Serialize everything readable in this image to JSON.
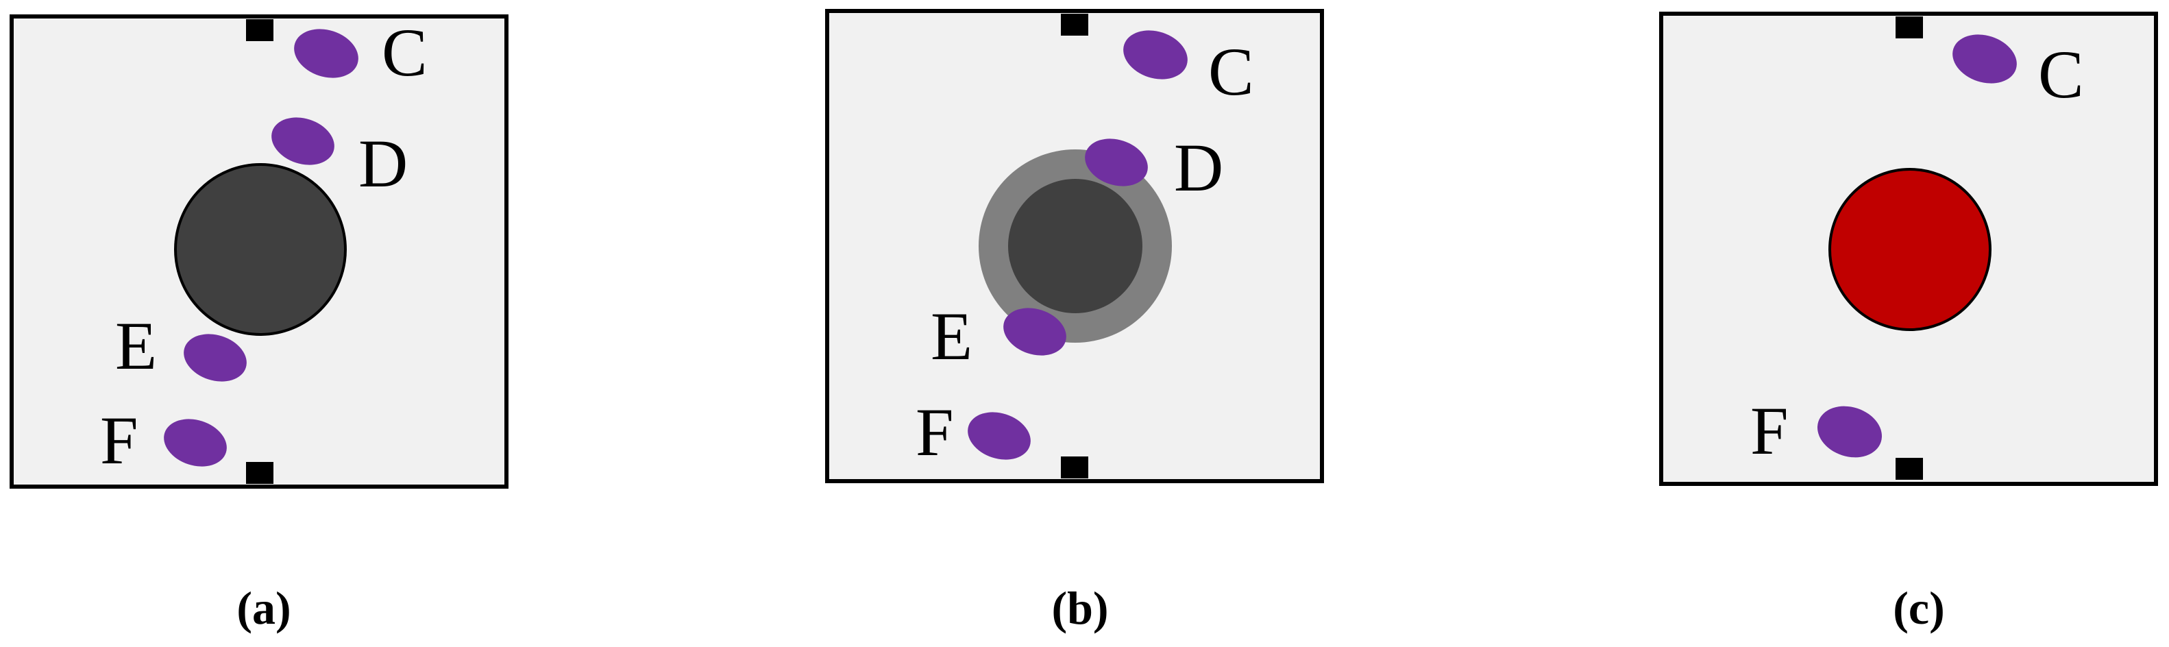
{
  "colors": {
    "background": "#ffffff",
    "panel_fill": "#f1f1f1",
    "panel_border": "#000000",
    "port": "#000000",
    "particle": "#7030a0",
    "dark_disk": "#404040",
    "halo": "#808080",
    "red_disk": "#c00000"
  },
  "panels": [
    {
      "caption": "(a)",
      "points": [
        {
          "label": "C"
        },
        {
          "label": "D"
        },
        {
          "label": "E"
        },
        {
          "label": "F"
        }
      ]
    },
    {
      "caption": "(b)",
      "points": [
        {
          "label": "C"
        },
        {
          "label": "D"
        },
        {
          "label": "E"
        },
        {
          "label": "F"
        }
      ]
    },
    {
      "caption": "(c)",
      "points": [
        {
          "label": "C"
        },
        {
          "label": "F"
        }
      ]
    }
  ]
}
